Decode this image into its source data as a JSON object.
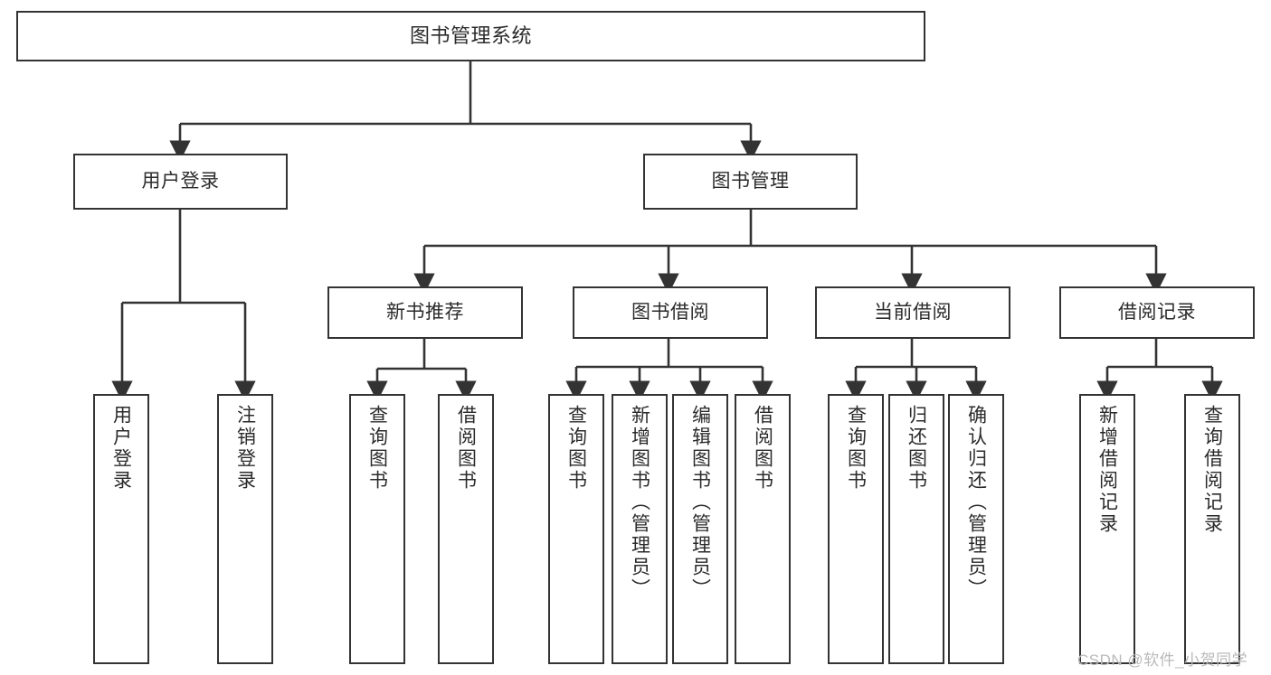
{
  "diagram": {
    "title": "图书管理系统",
    "type": "功能结构图",
    "root": {
      "label": "图书管理系统"
    },
    "level2": [
      {
        "label": "用户登录"
      },
      {
        "label": "图书管理"
      }
    ],
    "level3": [
      {
        "label": "新书推荐"
      },
      {
        "label": "图书借阅"
      },
      {
        "label": "当前借阅"
      },
      {
        "label": "借阅记录"
      }
    ],
    "leaves": {
      "user_login": [
        {
          "label": "用户登录"
        },
        {
          "label": "注销登录"
        }
      ],
      "new_book_recommend": [
        {
          "label": "查询图书"
        },
        {
          "label": "借阅图书"
        }
      ],
      "book_borrow": [
        {
          "label": "查询图书"
        },
        {
          "label": "新增图书（管理员）"
        },
        {
          "label": "编辑图书（管理员）"
        },
        {
          "label": "借阅图书"
        }
      ],
      "current_borrow": [
        {
          "label": "查询图书"
        },
        {
          "label": "归还图书"
        },
        {
          "label": "确认归还（管理员）"
        }
      ],
      "borrow_record": [
        {
          "label": "新增借阅记录"
        },
        {
          "label": "查询借阅记录"
        }
      ]
    }
  },
  "watermark": {
    "text": "CSDN @软件_小贺同学"
  },
  "colors": {
    "stroke": "#333333",
    "text": "#2b2b2b",
    "background": "#ffffff",
    "watermark": "#b9b9b9"
  }
}
